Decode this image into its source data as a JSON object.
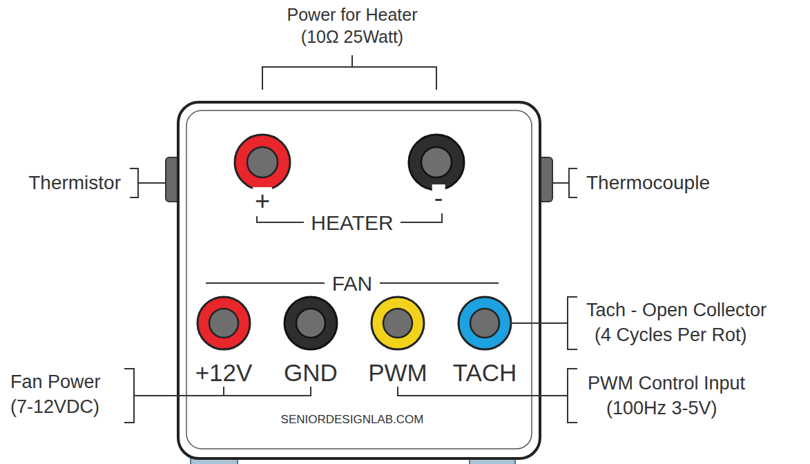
{
  "diagram": {
    "nodes": [
      {
        "text": [
          "HEATER",
          "FAN",
          "SENIORDESIGNLAB.COM"
        ]
      }
    ],
    "labels": [
      "Power for Heater",
      "(10Ω 25Watt)",
      "Thermistor",
      "Thermocouple",
      "+",
      "-",
      "+12V",
      "GND",
      "PWM",
      "TACH",
      "Tach - Open Collector",
      "(4 Cycles Per Rot)",
      "Fan Power",
      "(7-12VDC)",
      "PWM Control Input",
      "(100Hz 3-5V)"
    ]
  }
}
